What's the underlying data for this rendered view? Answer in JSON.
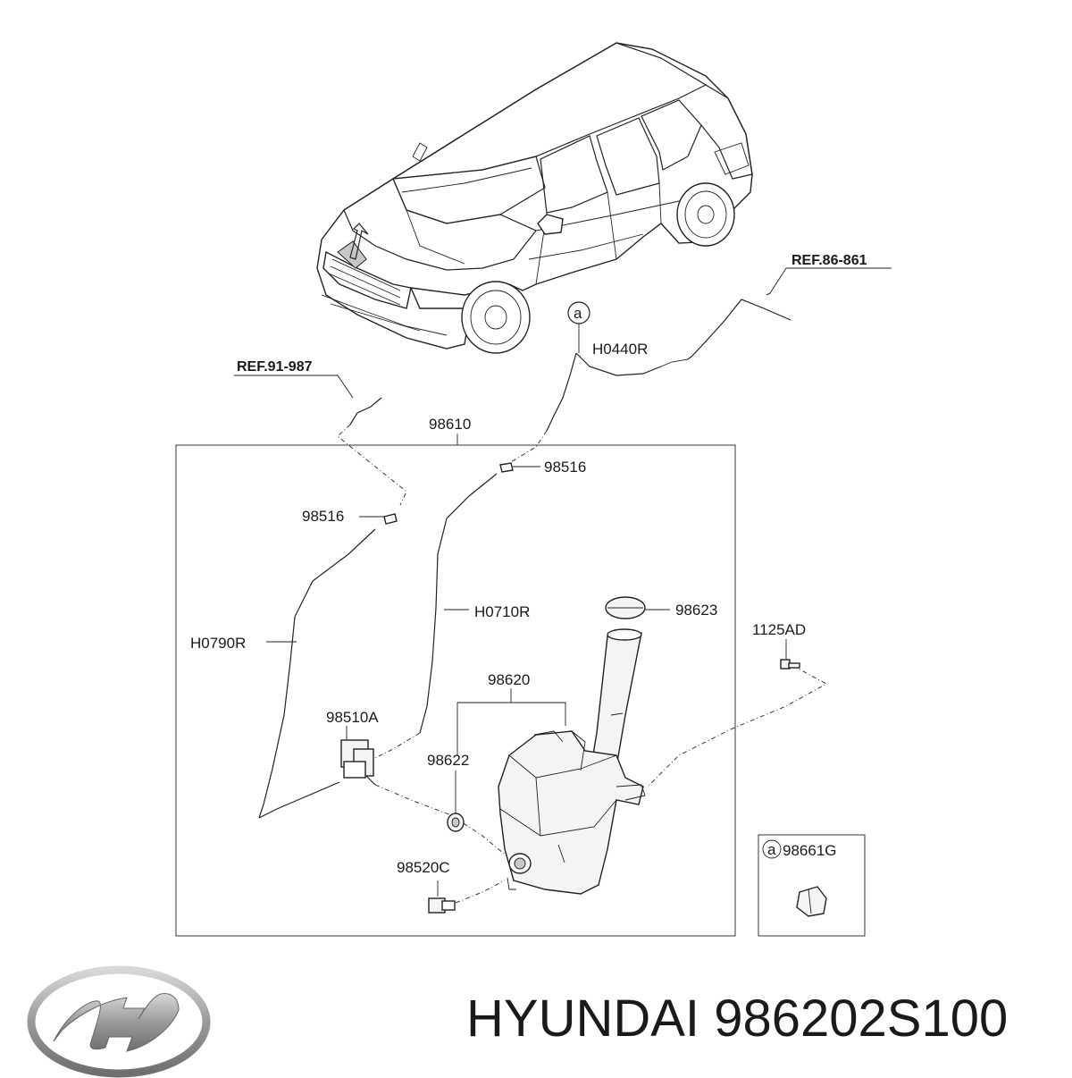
{
  "diagram": {
    "labels": {
      "ref_86_861": "REF.86-861",
      "callout_a": "a",
      "h0440r": "H0440R",
      "ref_91_987": "REF.91-987",
      "p98610": "98610",
      "p98516_right": "98516",
      "p98516_left": "98516",
      "h0710r": "H0710R",
      "p98623": "98623",
      "p1125ad": "1125AD",
      "h0790r": "H0790R",
      "p98620": "98620",
      "p98510a": "98510A",
      "p98622": "98622",
      "p98520c": "98520C",
      "inset_a": "a",
      "p98661g": "98661G"
    }
  },
  "footer": {
    "brand": "HYUNDAI",
    "part_number": "986202S100"
  },
  "colors": {
    "line": "#222222",
    "text": "#1a1a1a",
    "background": "#ffffff",
    "logo": "#9a9a9a"
  }
}
